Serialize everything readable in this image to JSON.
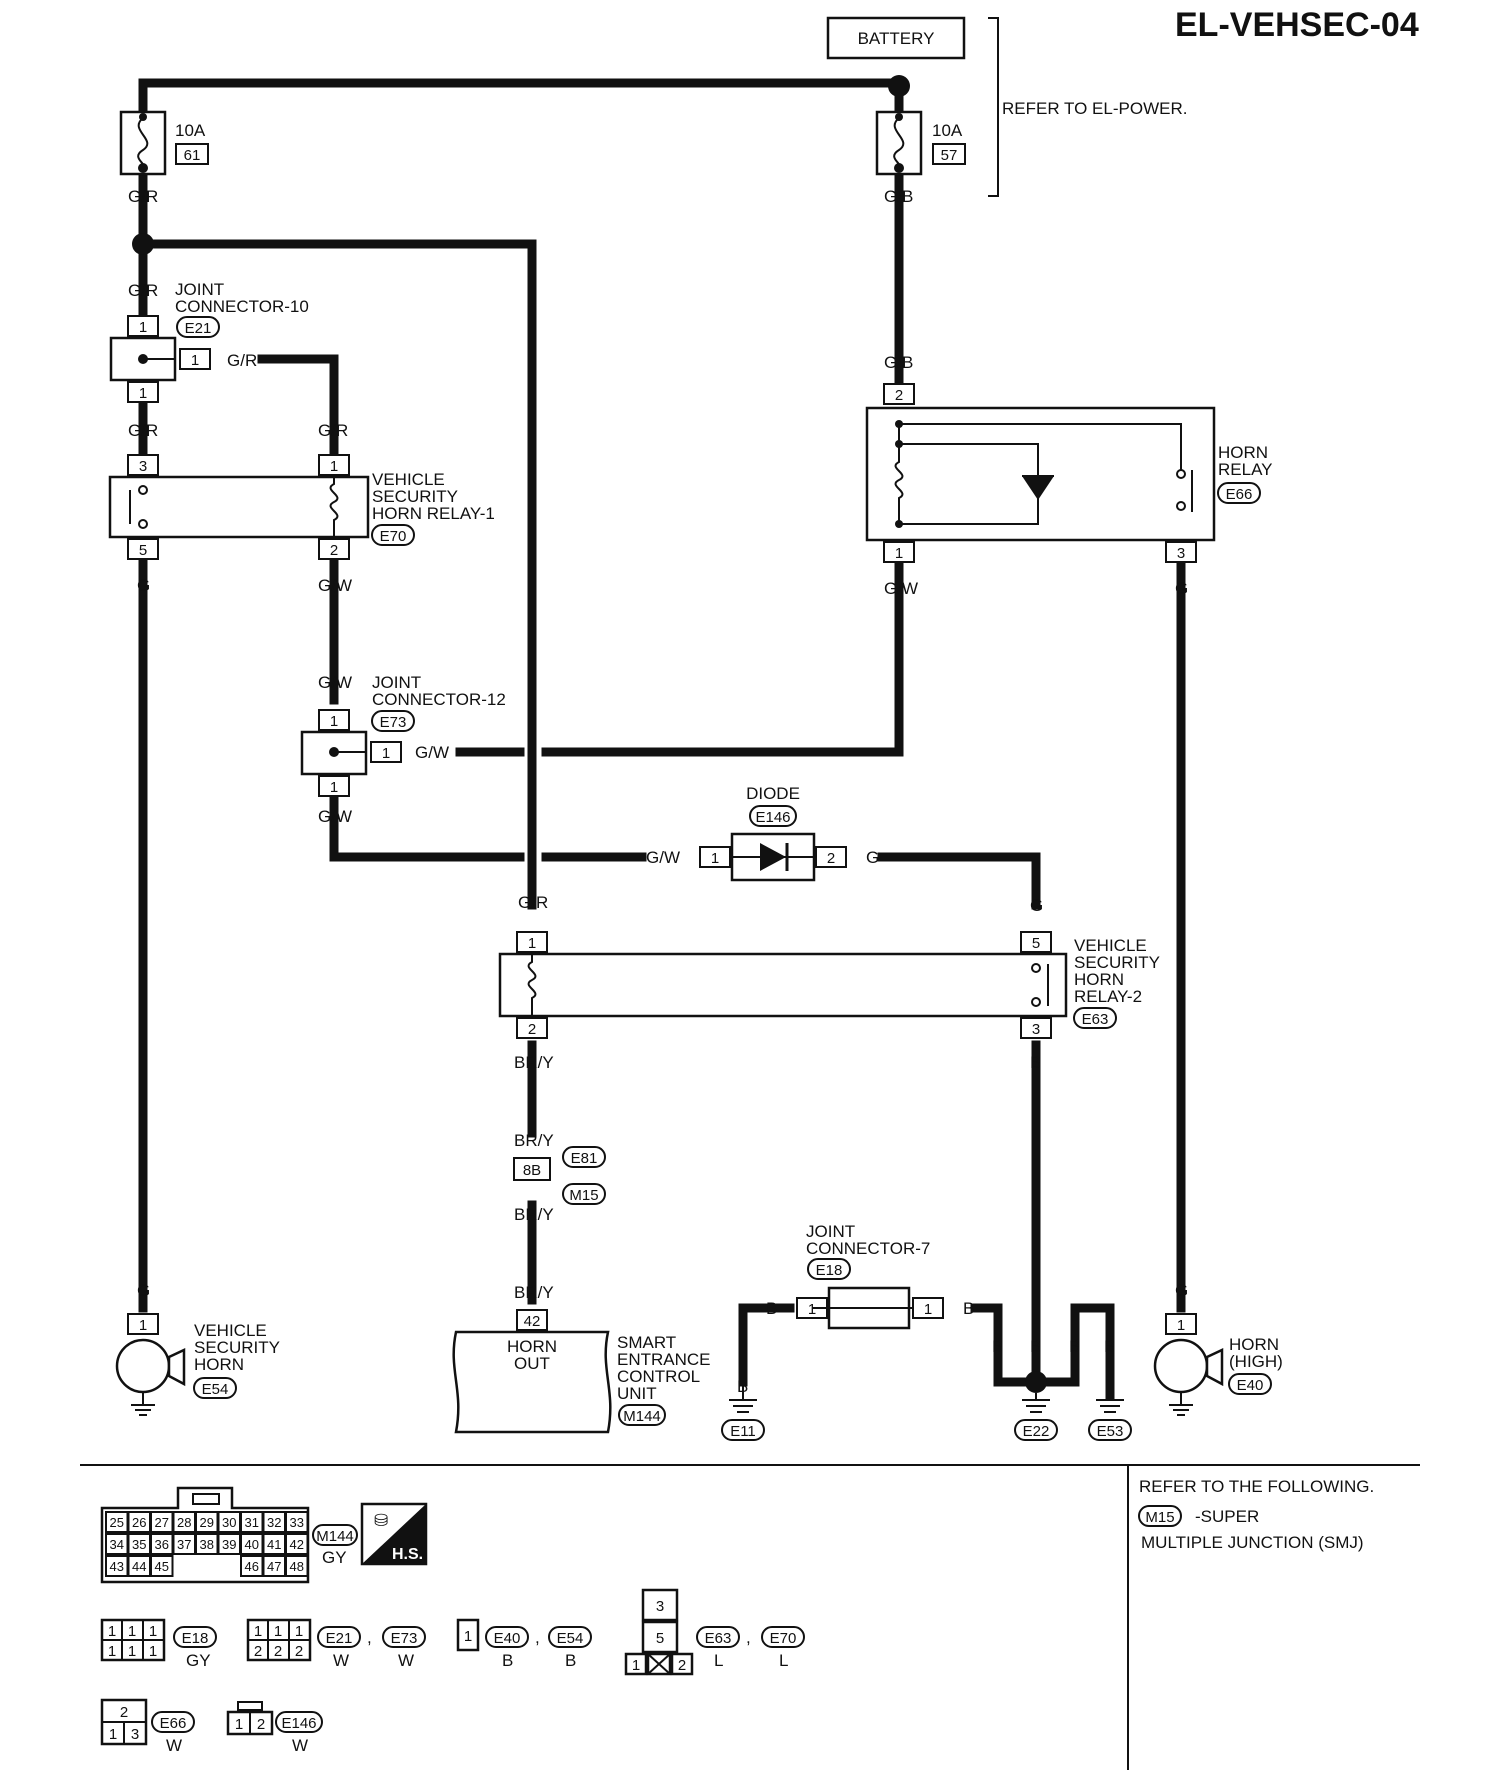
{
  "title": "EL-VEHSEC-04",
  "battery": "BATTERY",
  "refer_power": "REFER TO EL-POWER.",
  "fuses": [
    {
      "amp": "10A",
      "num": "61"
    },
    {
      "amp": "10A",
      "num": "57"
    }
  ],
  "components": {
    "jc10": {
      "name": [
        "JOINT",
        "CONNECTOR-10"
      ],
      "code": "E21"
    },
    "vshr1": {
      "name": [
        "VEHICLE",
        "SECURITY",
        "HORN RELAY-1"
      ],
      "code": "E70"
    },
    "jc12": {
      "name": [
        "JOINT",
        "CONNECTOR-12"
      ],
      "code": "E73"
    },
    "horn_relay": {
      "name": [
        "HORN",
        "RELAY"
      ],
      "code": "E66"
    },
    "diode": {
      "name": "DIODE",
      "code": "E146"
    },
    "vshr2": {
      "name": [
        "VEHICLE",
        "SECURITY",
        "HORN",
        "RELAY-2"
      ],
      "code": "E63"
    },
    "smj_conn": {
      "codes": [
        "E81",
        "M15"
      ],
      "pin": "8B"
    },
    "secu": {
      "name": [
        "SMART",
        "ENTRANCE",
        "CONTROL",
        "UNIT"
      ],
      "code": "M144",
      "pin": "42",
      "pin_label": [
        "HORN",
        "OUT"
      ]
    },
    "jc7": {
      "name": [
        "JOINT",
        "CONNECTOR-7"
      ],
      "code": "E18"
    },
    "vs_horn": {
      "name": [
        "VEHICLE",
        "SECURITY",
        "HORN"
      ],
      "code": "E54"
    },
    "horn_high": {
      "name": [
        "HORN",
        "(HIGH)"
      ],
      "code": "E40"
    },
    "grounds": [
      "E11",
      "E22",
      "E53"
    ]
  },
  "wires": {
    "gr": "G/R",
    "gb": "G/B",
    "g": "G",
    "gw": "G/W",
    "bry": "BR/Y",
    "b": "B"
  },
  "pins": {
    "p1": "1",
    "p2": "2",
    "p3": "3",
    "p5": "5"
  },
  "legend": {
    "m144_pins": [
      "25",
      "26",
      "27",
      "28",
      "29",
      "30",
      "31",
      "32",
      "33",
      "34",
      "35",
      "36",
      "37",
      "38",
      "39",
      "40",
      "41",
      "42",
      "43",
      "44",
      "45",
      "46",
      "47",
      "48"
    ],
    "m144": {
      "code": "M144",
      "color": "GY"
    },
    "hs": "H.S.",
    "items": [
      {
        "code": "E18",
        "color": "GY"
      },
      {
        "code": "E21",
        "color": "W"
      },
      {
        "code": "E73",
        "color": "W"
      },
      {
        "code": "E40",
        "color": "B"
      },
      {
        "code": "E54",
        "color": "B"
      },
      {
        "code": "E63",
        "color": "L"
      },
      {
        "code": "E70",
        "color": "L"
      },
      {
        "code": "E66",
        "color": "W"
      },
      {
        "code": "E146",
        "color": "W"
      }
    ],
    "refer_following": "REFER TO THE FOLLOWING.",
    "smj_code": "M15",
    "smj_text": "-SUPER",
    "smj_text2": "MULTIPLE JUNCTION (SMJ)"
  }
}
